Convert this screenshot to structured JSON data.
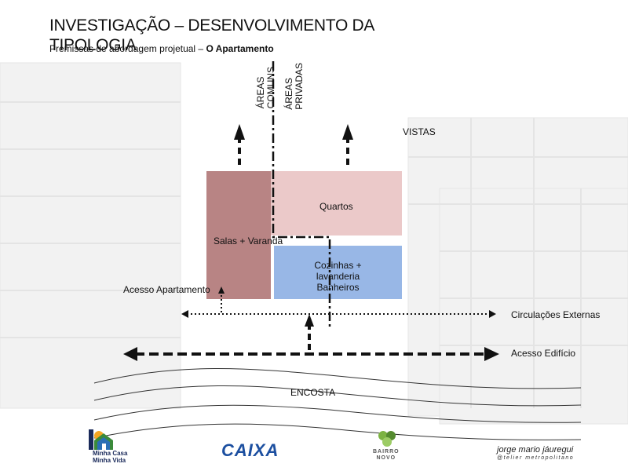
{
  "header": {
    "title": "INVESTIGAÇÃO – DESENVOLVIMENTO DA TIPOLOGIA",
    "subtitle_prefix": "Premissas de abordagem projetual – ",
    "subtitle_bold": "O Apartamento"
  },
  "diagram": {
    "vertical_labels": {
      "areas_comuns": "ÁREAS\nCOMUNS",
      "areas_privadas": "ÁREAS\nPRIVADAS"
    },
    "vistas": "VISTAS",
    "blocks": {
      "quartos": "Quartos",
      "salas": "Salas + Varanda",
      "cozinhas": "Cozinhas +\nlavanderia\nBanheiros"
    },
    "acesso_apartamento": "Acesso Apartamento",
    "circulacoes_externas": "Circulações Externas",
    "acesso_edificio": "Acesso Edifício",
    "encosta": "ENCOSTA",
    "colors": {
      "salas": "#b88484",
      "quartos": "#ebc9c9",
      "cozinhas": "#98b7e6"
    }
  },
  "footer": {
    "mcmv": "Minha Casa\nMinha Vida",
    "caixa": "CAIXA",
    "bairro_novo": "BAIRRO\nNOVO",
    "author_name": "jorge mario jáuregui",
    "author_sub": "@telier metropolitano"
  }
}
